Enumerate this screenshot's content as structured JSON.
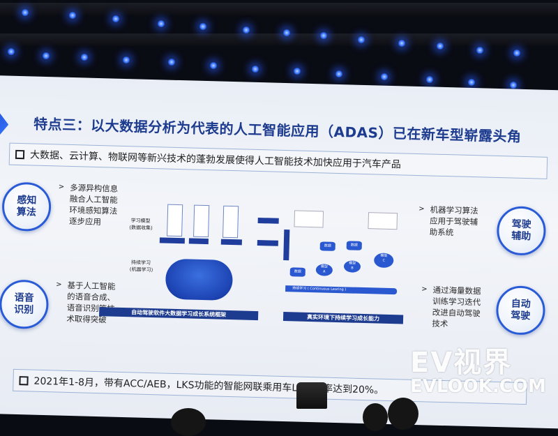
{
  "slide": {
    "title": "特点三：以大数据分析为代表的人工智能应用（ADAS）已在新车型崭露头角",
    "subtitle": "大数据、云计算、物联网等新兴技术的蓬勃发展使得人工智能技术加快应用于汽车产品",
    "features": [
      {
        "label": "感知\n算法",
        "note": "多源异构信息\n融合人工智能\n环境感知算法\n逐步应用"
      },
      {
        "label": "语音\n识别",
        "note": "基于人工智能\n的语音合成、\n语音识别等技\n术取得突破"
      },
      {
        "label": "驾驶\n辅助",
        "note": "机器学习算法\n应用于驾驶辅\n助系统"
      },
      {
        "label": "自动\n驾驶",
        "note": "通过海量数据\n训练学习迭代\n改进自动驾驶\n技术"
      }
    ],
    "diagram": {
      "learning_model_label": "学习模型",
      "learning_model_sub": "(数据收集)",
      "continuous_learning_label": "持续学习",
      "continuous_learning_sub": "(机器学习)",
      "framework_caption": "自动驾驶软件大数据学习成长系统框架",
      "realworld_caption": "真实环境下持续学习成长能力",
      "loop_label": "持续学习 ( Continuous Learing )",
      "data_label": "数据",
      "model_a": "模型\nA",
      "model_b": "模型\nB",
      "model_c": "模型\nC"
    },
    "footer": "2021年1-8月，带有ACC/AEB，LKS功能的智能网联乘用车L2渗透率达到20%。"
  },
  "watermark": {
    "line1": "EV视界",
    "line2": "EVLOOK.COM"
  },
  "colors": {
    "title": "#1d3b8f",
    "accent_blue": "#2a5bd7",
    "stage_light": "#2f6bff"
  }
}
